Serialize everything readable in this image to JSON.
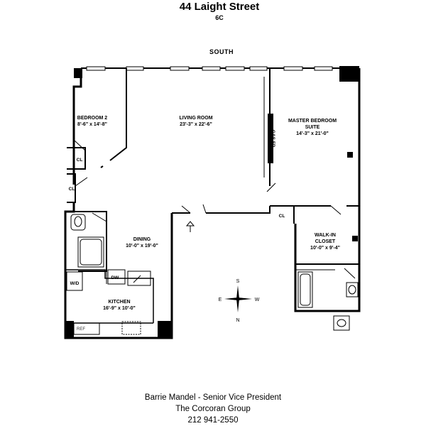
{
  "header": {
    "title": "44 Laight Street",
    "unit": "6C"
  },
  "orientation": {
    "wall_label": "SOUTH"
  },
  "rooms": {
    "bedroom2": {
      "name": "BEDROOM 2",
      "dims": "8'-6\" x 14'-8\""
    },
    "living": {
      "name": "LIVING ROOM",
      "dims": "23'-3\" x 22'-6\""
    },
    "master": {
      "name_line1": "MASTER BEDROOM",
      "name_line2": "SUITE",
      "dims": "14'-3\" x 21'-0\""
    },
    "dining": {
      "name": "DINING",
      "dims": "10'-0\" x 19'-0\""
    },
    "kitchen": {
      "name": "KITCHEN",
      "dims": "16'-9\" x 10'-0\""
    },
    "walkin": {
      "name_line1": "WALK-IN",
      "name_line2": "CLOSET",
      "dims": "10'-0\" x 9'-4\""
    }
  },
  "fixtures": {
    "closet": "CL",
    "gas_fireplace": "GAS FP",
    "washer_dryer": "W/D",
    "dishwasher": "DW",
    "refrigerator": "REF"
  },
  "compass": {
    "n": "N",
    "s": "S",
    "e": "E",
    "w": "W"
  },
  "footer": {
    "agent": "Barrie Mandel - Senior Vice President",
    "company": "The Corcoran Group",
    "phone": "212 941-2550"
  }
}
